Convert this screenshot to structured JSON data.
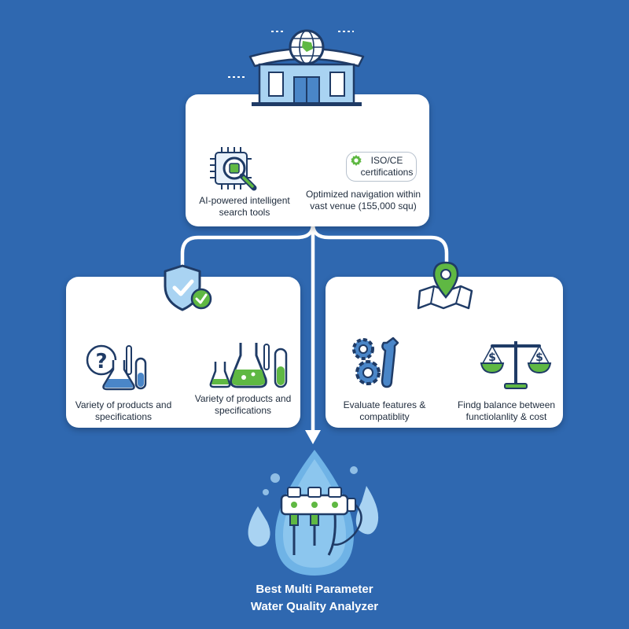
{
  "top_card": {
    "left_label": "AI-powered intelligent search tools",
    "badge_label": "ISO/CE certifications",
    "right_label": "Optimized navigation within vast venue (155,000 squ)"
  },
  "left_card": {
    "left_label": "Variety of products and specifications",
    "right_label": "Variety of products and specifications"
  },
  "right_card": {
    "left_label": "Evaluate features & compatiblity",
    "right_label": "Findg balance between functiolanlity & cost"
  },
  "result": {
    "title_line1": "Best Multi Parameter",
    "title_line2": "Water Quality Analyzer"
  },
  "colors": {
    "background": "#2f68b0",
    "navy": "#1f3b66",
    "accent_green": "#5fb843",
    "light_blue": "#a9d3f2",
    "card": "#ffffff"
  },
  "icons": [
    "building-globe-icon",
    "chip-magnifier-icon",
    "certificate-icon",
    "shield-check-icon",
    "question-flask-icon",
    "lab-glassware-icon",
    "map-pin-icon",
    "gears-wrench-icon",
    "balance-scale-icon",
    "water-drop-analyzer-icon"
  ]
}
